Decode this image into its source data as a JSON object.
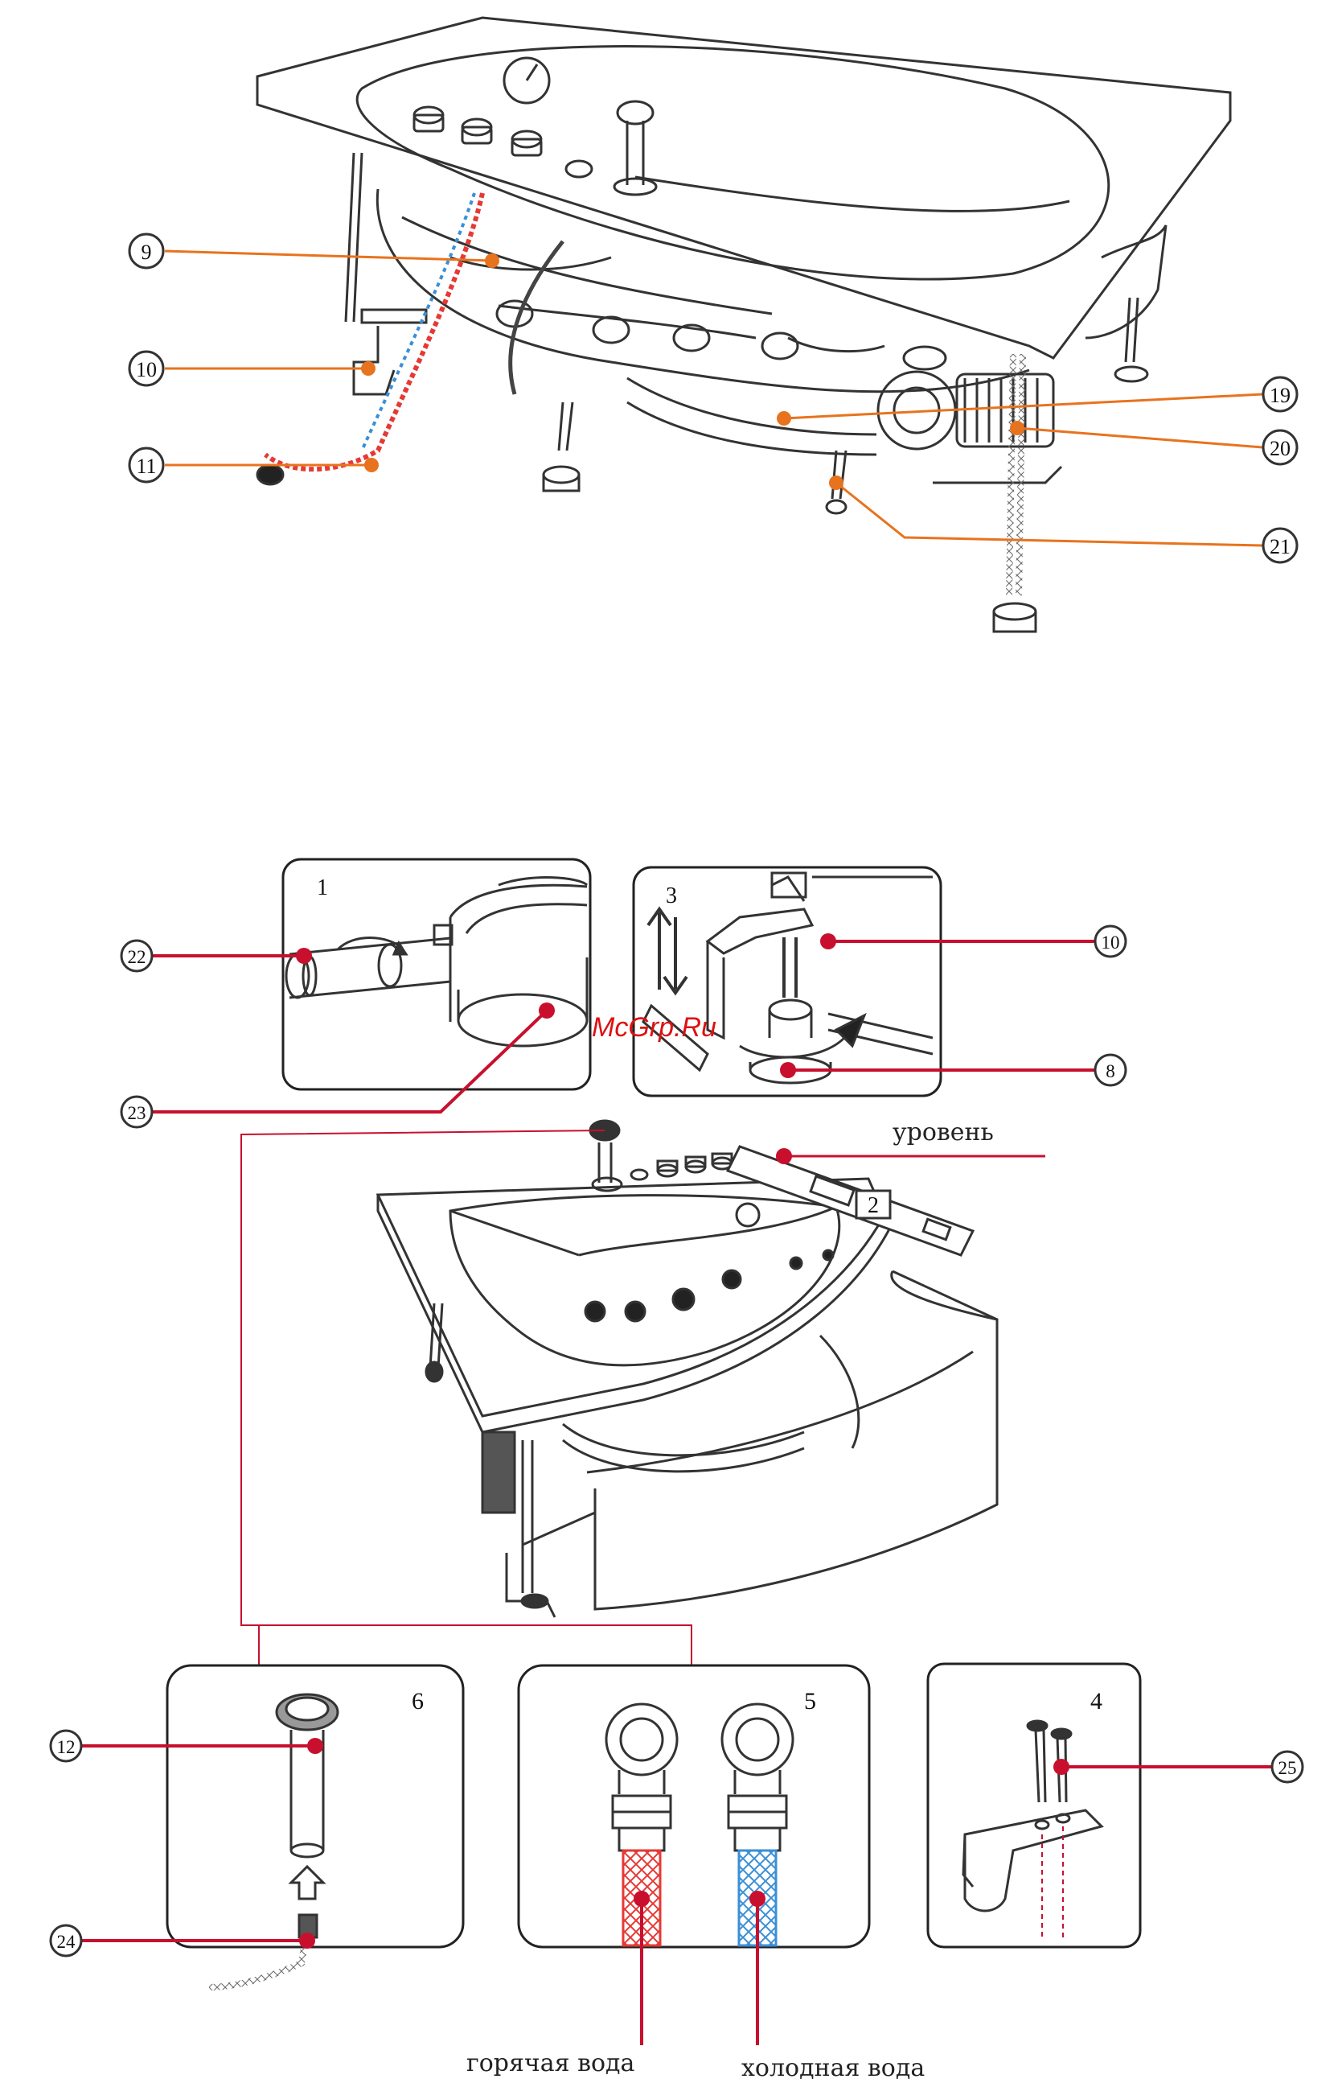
{
  "colors": {
    "orange_callout": "#e8731e",
    "red_callout": "#c8102e",
    "line_art": "#333333",
    "hot_water": "#e53935",
    "cold_water": "#3a8fd6",
    "watermark": "#dd1111"
  },
  "top_callouts": [
    "9",
    "10",
    "11",
    "19",
    "20",
    "21"
  ],
  "panels": [
    {
      "step": "1",
      "callouts": [
        "22",
        "23"
      ]
    },
    {
      "step": "3",
      "callouts": [
        "10",
        "8"
      ]
    },
    {
      "step": "2",
      "callouts": []
    },
    {
      "step": "6",
      "callouts": [
        "12",
        "24"
      ]
    },
    {
      "step": "5",
      "callouts": []
    },
    {
      "step": "4",
      "callouts": [
        "25"
      ]
    }
  ],
  "labels": {
    "level": "уровень",
    "hot_water": "горячая вода",
    "cold_water": "холодная вода"
  },
  "watermark": "McGrp.Ru"
}
